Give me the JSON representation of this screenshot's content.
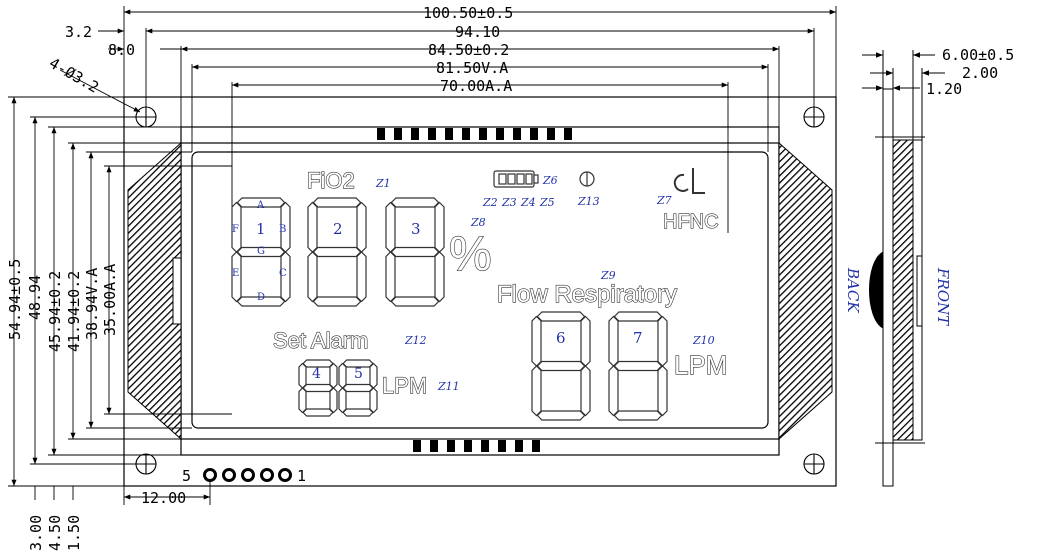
{
  "dimensions": {
    "top": [
      "3.2",
      "100.50±0.5",
      "94.10",
      "8.0",
      "84.50±0.2",
      "81.50V.A",
      "70.00A.A"
    ],
    "hole_callout": "4-Ø3.2",
    "left": [
      "54.94±0.5",
      "48.94",
      "45.94±0.2",
      "41.94±0.2",
      "38.94V.A",
      "35.00A.A"
    ],
    "bottom": [
      "12.00",
      "3.00",
      "4.50",
      "1.50"
    ],
    "side": [
      "6.00±0.5",
      "2.00",
      "1.20"
    ]
  },
  "pins": {
    "first": "5",
    "last": "1"
  },
  "lcd": {
    "fio2": "FiO2",
    "set_alarm": "Set Alarm",
    "flow_respiratory": "Flow Respiratory",
    "hfnc": "HFNC",
    "lpm_small": "LPM",
    "lpm_large": "LPM",
    "percent": "%"
  },
  "digits": [
    "1",
    "2",
    "3",
    "4",
    "5",
    "6",
    "7"
  ],
  "segment_letters": [
    "A",
    "B",
    "C",
    "D",
    "E",
    "F",
    "G"
  ],
  "zones": [
    "Z1",
    "Z2",
    "Z3",
    "Z4",
    "Z5",
    "Z6",
    "Z7",
    "Z8",
    "Z9",
    "Z10",
    "Z11",
    "Z12",
    "Z13"
  ],
  "side_view": {
    "back": "BACK",
    "front": "FRONT"
  }
}
